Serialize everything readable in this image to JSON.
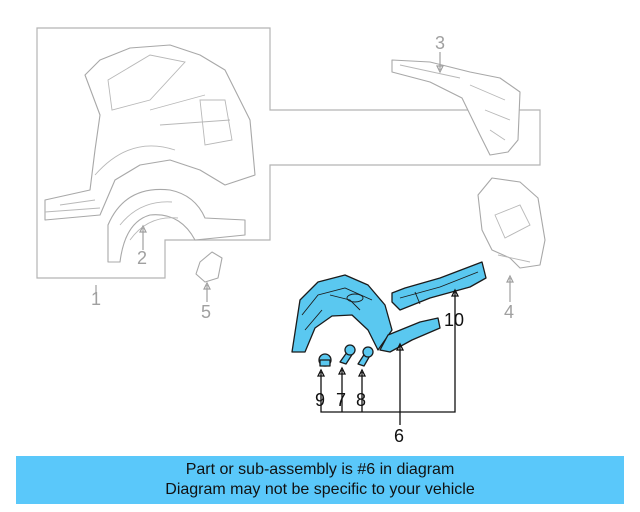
{
  "callouts": {
    "c1": "1",
    "c2": "2",
    "c3": "3",
    "c4": "4",
    "c5": "5",
    "c6": "6",
    "c7": "7",
    "c8": "8",
    "c9": "9",
    "c10": "10"
  },
  "banner": {
    "line1": "Part or sub-assembly is #6 in diagram",
    "line2": "Diagram may not be specific to your vehicle"
  },
  "colors": {
    "highlight_part": "#5ac8f0",
    "banner_bg": "#5ac8fa",
    "context_parts": "#b4b4b4"
  }
}
